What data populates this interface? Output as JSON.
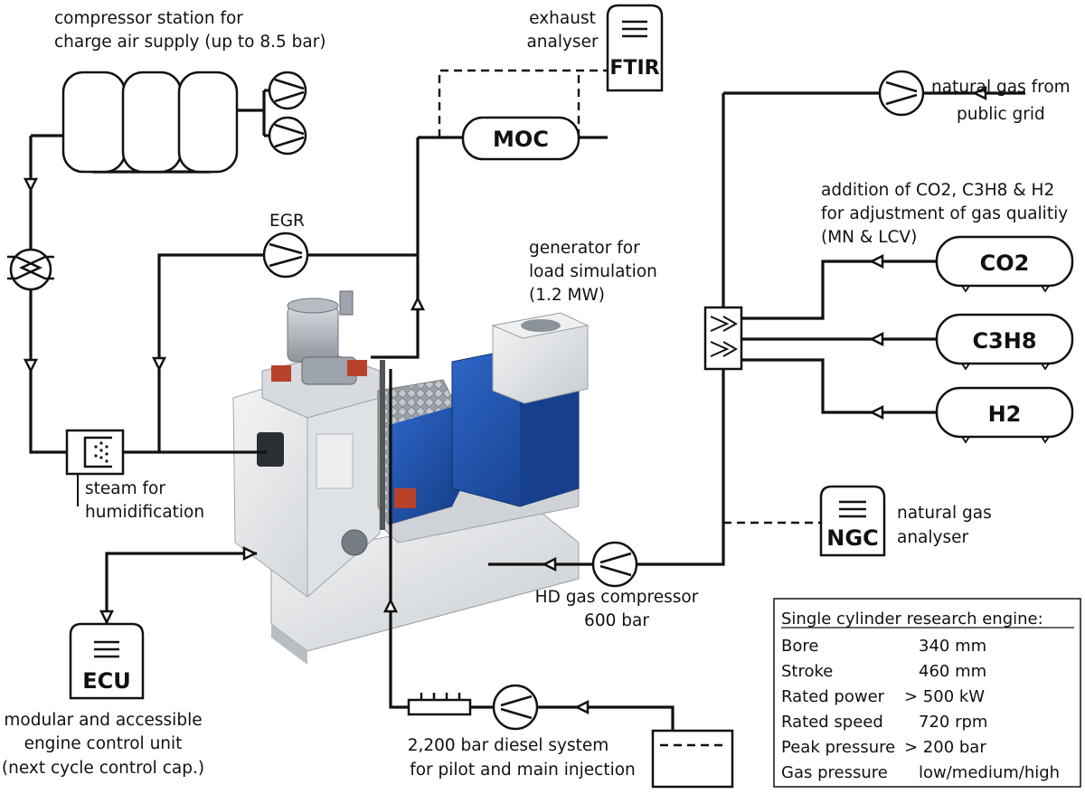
{
  "labels": {
    "compressor_station": [
      "compressor station for",
      "charge air supply (up to 8.5 bar)"
    ],
    "exhaust_analyser": [
      "exhaust",
      "analyser"
    ],
    "ftir": "FTIR",
    "moc": "MOC",
    "natural_gas_grid": [
      "natural gas from",
      "public grid"
    ],
    "egr": "EGR",
    "generator": [
      "generator for",
      "load simulation",
      "(1.2 MW)"
    ],
    "gas_addition": [
      "addition of CO2, C3H8 & H2",
      "for adjustment of gas qualitiy",
      "(MN & LCV)"
    ],
    "co2": "CO2",
    "c3h8": "C3H8",
    "h2": "H2",
    "steam": [
      "steam for",
      "humidification"
    ],
    "ngc": "NGC",
    "ng_analyser": [
      "natural gas",
      "analyser"
    ],
    "hd_compressor": [
      "HD gas compressor",
      "600 bar"
    ],
    "ecu": "ECU",
    "ecu_desc": [
      "modular and accessible",
      "engine control unit",
      "(next cycle control cap.)"
    ],
    "diesel": [
      "2,200 bar diesel system",
      "for pilot and main injection"
    ]
  },
  "specs": {
    "title": "Single cylinder research engine:",
    "rows": [
      {
        "name": "Bore",
        "value": "340 mm"
      },
      {
        "name": "Stroke",
        "value": "460 mm"
      },
      {
        "name": "Rated power",
        "value": "> 500 kW"
      },
      {
        "name": "Rated speed",
        "value": "720 rpm"
      },
      {
        "name": "Peak pressure",
        "value": "> 200 bar"
      },
      {
        "name": "Gas pressure",
        "value": "low/medium/high"
      }
    ]
  },
  "colors": {
    "line": "#111111",
    "engine_white": "#e6e8ea",
    "generator_blue": "#1d4fa8",
    "accent_red": "#b8412a"
  }
}
